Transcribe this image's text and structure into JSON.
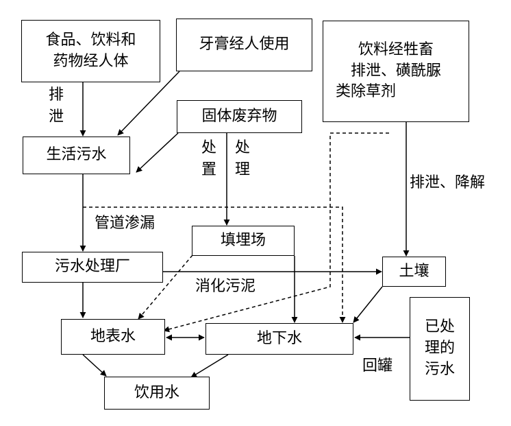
{
  "nodes": {
    "food_drink_medicine": [
      "食品、饮料和",
      "药物经人体"
    ],
    "toothpaste": "牙膏经人使用",
    "livestock_excretion": [
      "饮料经牲畜",
      "排泄、磺酰脲",
      "类除草剂"
    ],
    "solid_waste": "固体废弃物",
    "domestic_sewage": "生活污水",
    "landfill": "填埋场",
    "sewage_plant": "污水处理厂",
    "soil": "土壤",
    "surface_water": "地表水",
    "groundwater": "地下水",
    "treated_sewage": [
      "已处",
      "理的",
      "污水"
    ],
    "drinking_water": "饮用水"
  },
  "edge_labels": {
    "excretion": "排泄",
    "disposal": "处置",
    "treatment": "处理",
    "pipe_leakage": "管道渗漏",
    "excretion_degradation": "排泄、降解",
    "digested_sludge": "消化污泥",
    "recharge": "回罐"
  }
}
